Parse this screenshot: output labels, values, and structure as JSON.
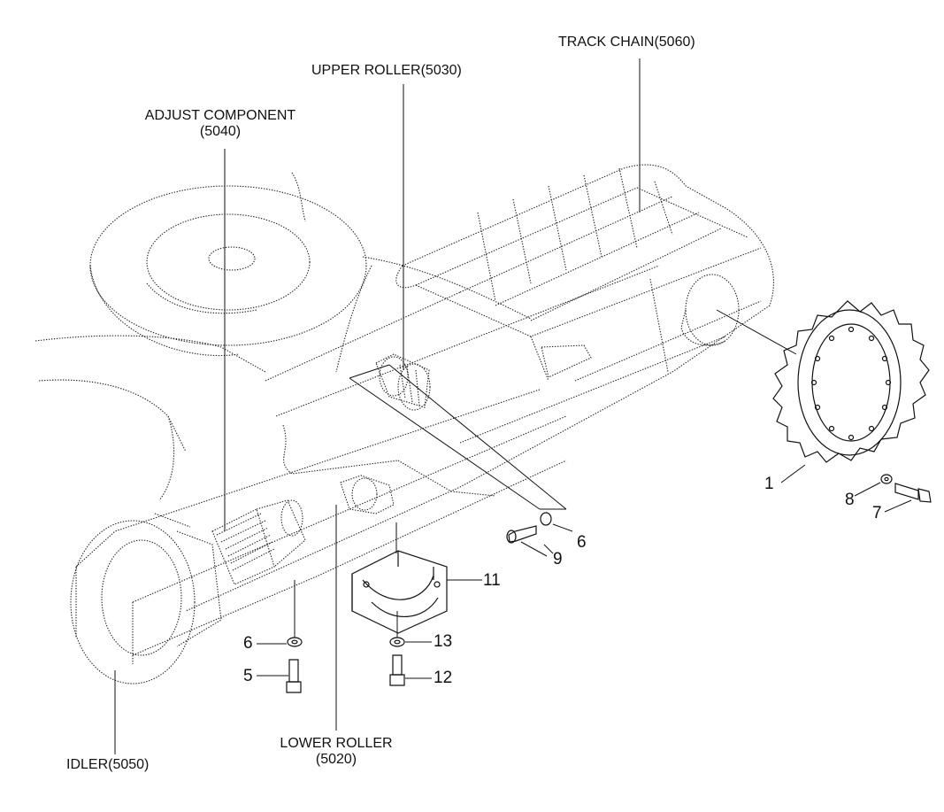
{
  "labels": {
    "track_chain": "TRACK CHAIN(5060)",
    "upper_roller": "UPPER ROLLER(5030)",
    "adjust_component_line1": "ADJUST COMPONENT",
    "adjust_component_line2": "(5040)",
    "lower_roller_line1": "LOWER ROLLER",
    "lower_roller_line2": "(5020)",
    "idler": "IDLER(5050)"
  },
  "callouts": {
    "n1": "1",
    "n5": "5",
    "n6a": "6",
    "n6b": "6",
    "n7": "7",
    "n8": "8",
    "n9": "9",
    "n11": "11",
    "n12": "12",
    "n13": "13"
  }
}
